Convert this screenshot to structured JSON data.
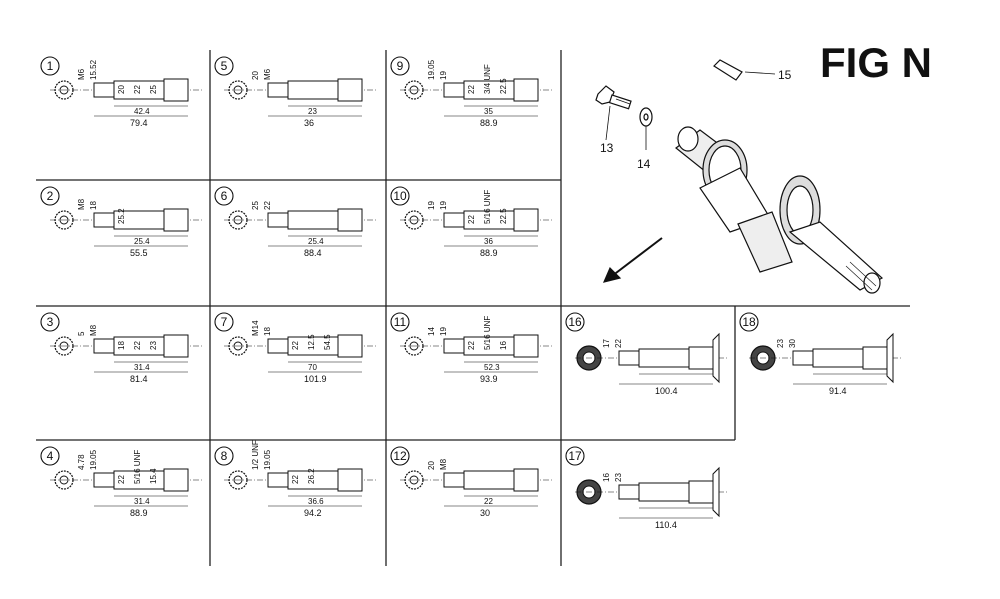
{
  "figure_label": "FIG N",
  "parts": {
    "p13": "13",
    "p14": "14",
    "p15": "15"
  },
  "cells": [
    {
      "num": "1",
      "dims": [
        "M6",
        "15.52",
        "20",
        "22",
        "25",
        "42.4",
        "79.4"
      ]
    },
    {
      "num": "2",
      "dims": [
        "M8",
        "18",
        "25.2",
        "25.4",
        "55.5"
      ]
    },
    {
      "num": "3",
      "dims": [
        "5",
        "M8",
        "18",
        "22",
        "23",
        "31.4",
        "81.4"
      ]
    },
    {
      "num": "4",
      "dims": [
        "4.78",
        "19.05",
        "22",
        "5/16 UNF",
        "15.4",
        "31.4",
        "88.9"
      ]
    },
    {
      "num": "5",
      "dims": [
        "20",
        "M6",
        "23",
        "36"
      ]
    },
    {
      "num": "6",
      "dims": [
        "25",
        "22",
        "25.4",
        "88.4"
      ]
    },
    {
      "num": "7",
      "dims": [
        "M14",
        "18",
        "22",
        "12.5",
        "54.5",
        "70",
        "101.9"
      ]
    },
    {
      "num": "8",
      "dims": [
        "1/2 UNF",
        "19.05",
        "22",
        "26.2",
        "36.6",
        "94.2"
      ]
    },
    {
      "num": "9",
      "dims": [
        "19.05",
        "19",
        "22",
        "3/4 UNF",
        "22.5",
        "35",
        "88.9"
      ]
    },
    {
      "num": "10",
      "dims": [
        "19",
        "19",
        "22",
        "5/16 UNF",
        "22.5",
        "36",
        "88.9"
      ]
    },
    {
      "num": "11",
      "dims": [
        "14",
        "19",
        "22",
        "5/16 UNF",
        "16",
        "52.3",
        "93.9"
      ]
    },
    {
      "num": "12",
      "dims": [
        "20",
        "M8",
        "22",
        "30"
      ]
    },
    {
      "num": "16",
      "dims": [
        "17",
        "22",
        "100.4"
      ]
    },
    {
      "num": "17",
      "dims": [
        "16",
        "23",
        "110.4"
      ]
    },
    {
      "num": "18",
      "dims": [
        "23",
        "30",
        "91.4"
      ]
    }
  ]
}
